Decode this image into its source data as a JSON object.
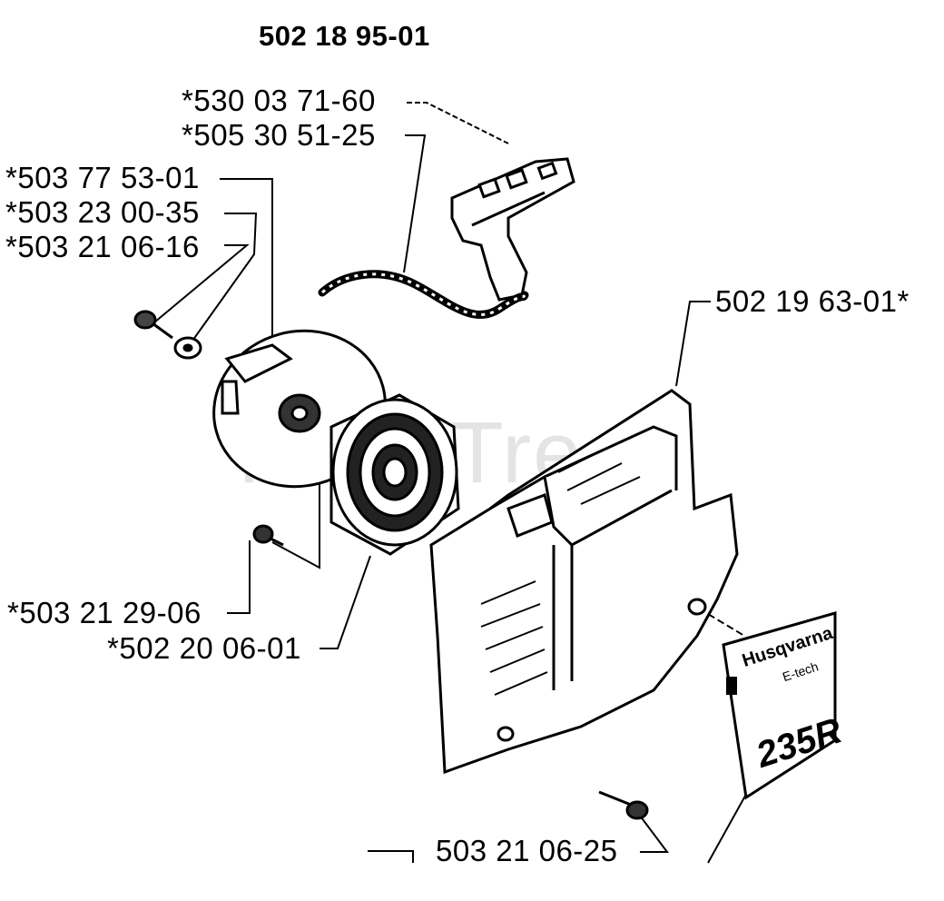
{
  "diagram": {
    "assembly_number": "502 18 95-01",
    "watermark": "PartsTree",
    "part_labels": {
      "handle_grip": "*530 03 71-60",
      "starter_rope": "*505 30 51-25",
      "pulley": "*503 77 53-01",
      "washer": "*503 23 00-35",
      "center_screw": "*503 21 06-16",
      "housing_screw": "*503 21 29-06",
      "recoil_spring": "*502 20 06-01",
      "starter_housing": "502 19 63-01*",
      "decal_screw": "503 21 06-25"
    },
    "decal": {
      "brand": "Husqvarna",
      "subtitle": "E-tech",
      "model": "235R"
    },
    "colors": {
      "ink": "#000000",
      "paper": "#ffffff",
      "watermark": "#e4e4e4"
    }
  }
}
